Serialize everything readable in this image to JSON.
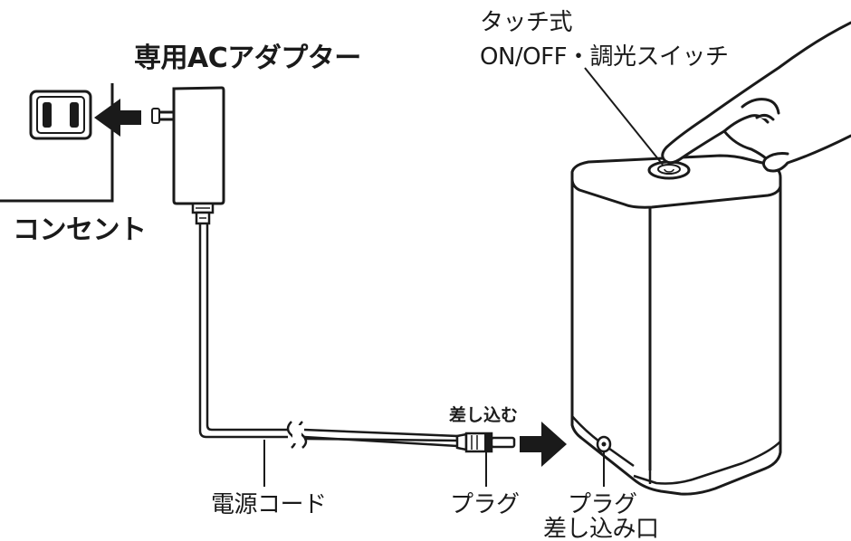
{
  "labels": {
    "touch_type": "タッチ式",
    "switch": "ON/OFF・調光スイッチ",
    "adapter": "専用ACアダプター",
    "outlet": "コンセント",
    "power_cord": "電源コード",
    "insert": "差し込む",
    "plug": "プラグ",
    "plug_port_1": "プラグ",
    "plug_port_2": "差し込み口"
  },
  "icons": {
    "arrow_to_outlet": "arrow-left-icon",
    "arrow_to_port": "arrow-right-icon",
    "hand": "hand-icon"
  },
  "colors": {
    "line": "#1a1a1a",
    "fill": "#ffffff"
  }
}
